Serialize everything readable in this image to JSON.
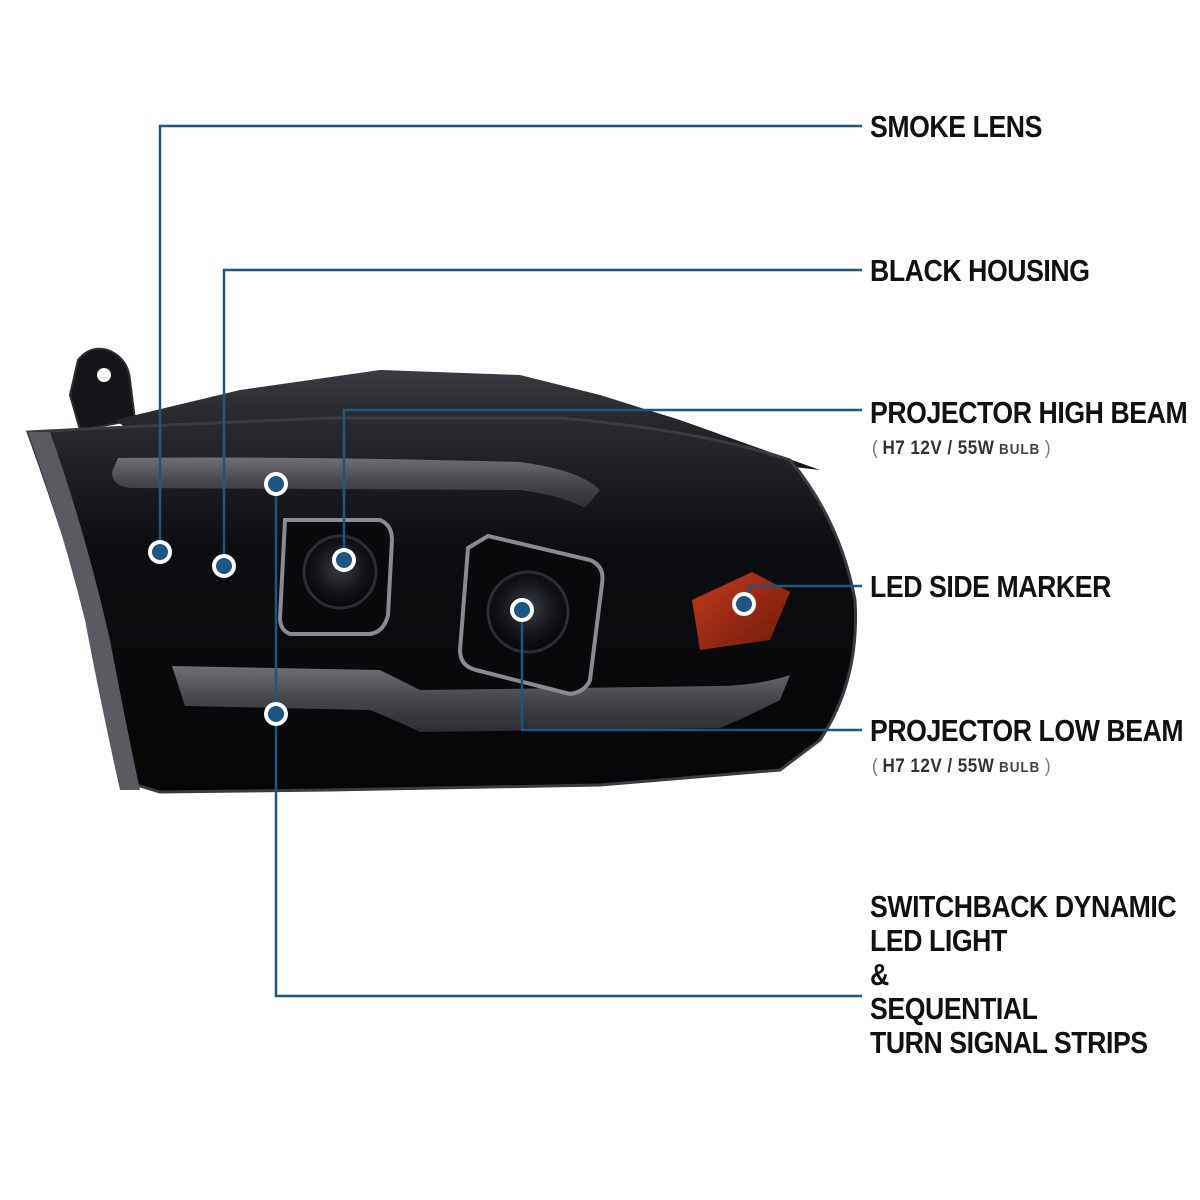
{
  "colors": {
    "callout_line": "#1f5582",
    "callout_dot": "#1f5582",
    "housing": "#0c0c0f",
    "amber_marker": "#9c2a14",
    "label_text": "#111111"
  },
  "labels": {
    "smoke_lens": "SMOKE LENS",
    "black_housing": "BLACK HOUSING",
    "projector_high_beam": {
      "title": "PROJECTOR HIGH BEAM",
      "open": "(",
      "spec": "H7  12V / 55W",
      "bulb": "BULB",
      "close": ")"
    },
    "led_side_marker": "LED SIDE MARKER",
    "projector_low_beam": {
      "title": "PROJECTOR LOW BEAM",
      "open": "(",
      "spec": "H7  12V / 55W",
      "bulb": "BULB",
      "close": ")"
    },
    "switchback": {
      "line1": "SWITCHBACK DYNAMIC",
      "line2": "LED LIGHT",
      "line3": "&",
      "line4": "SEQUENTIAL",
      "line5": "TURN SIGNAL STRIPS"
    }
  }
}
